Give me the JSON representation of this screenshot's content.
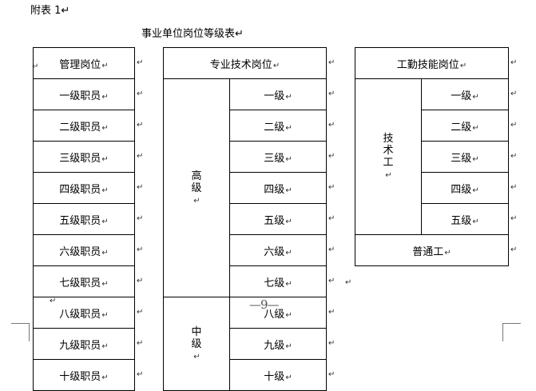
{
  "appendix_label": "附表 1",
  "title": "事业单位岗位等级表",
  "return_mark": "↵",
  "page_number": "—9—",
  "management": {
    "header": "管理岗位",
    "rows": [
      "一级职员",
      "二级职员",
      "三级职员",
      "四级职员",
      "五级职员",
      "六级职员",
      "七级职员",
      "八级职员",
      "九级职员",
      "十级职员"
    ]
  },
  "professional": {
    "header": "专业技术岗位",
    "group_senior": "高级",
    "group_middle": "中级",
    "rows": [
      "一级",
      "二级",
      "三级",
      "四级",
      "五级",
      "六级",
      "七级",
      "八级",
      "九级",
      "十级"
    ]
  },
  "worker": {
    "header": "工勤技能岗位",
    "group_tech": "技术工",
    "rows": [
      "一级",
      "二级",
      "三级",
      "四级",
      "五级"
    ],
    "ordinary": "普通工"
  }
}
